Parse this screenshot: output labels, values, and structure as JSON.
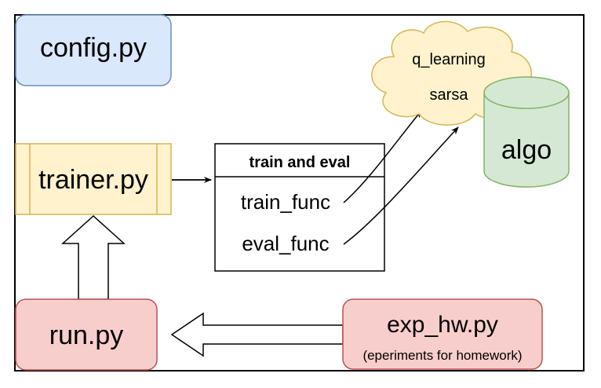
{
  "colors": {
    "blue_fill": "#dae8fc",
    "blue_stroke": "#6c8ebf",
    "yellow_fill": "#fff2cc",
    "yellow_stroke": "#d6b656",
    "green_fill": "#d5e8d4",
    "green_stroke": "#82b366",
    "red_fill": "#f8cecc",
    "red_stroke": "#b85450",
    "outline": "#000000"
  },
  "nodes": {
    "config": {
      "label": "config.py"
    },
    "trainer": {
      "label": "trainer.py"
    },
    "train_eval": {
      "title": "train and eval",
      "items": [
        "train_func",
        "eval_func"
      ]
    },
    "cloud": {
      "items": [
        "q_learning",
        "sarsa"
      ]
    },
    "algo": {
      "label": "algo"
    },
    "run": {
      "label": "run.py"
    },
    "exp_hw": {
      "label": "exp_hw.py",
      "sublabel": "(eperiments for homework)"
    }
  },
  "edges": [
    {
      "from": "trainer",
      "to": "train_eval",
      "style": "arrow"
    },
    {
      "from": "train_eval.train_func",
      "to": "cloud.q_learning",
      "style": "curved-arrow"
    },
    {
      "from": "train_eval.eval_func",
      "to": "cloud.sarsa",
      "style": "curved-arrow"
    },
    {
      "from": "run",
      "to": "trainer",
      "style": "block-arrow"
    },
    {
      "from": "exp_hw",
      "to": "run",
      "style": "block-arrow"
    }
  ]
}
